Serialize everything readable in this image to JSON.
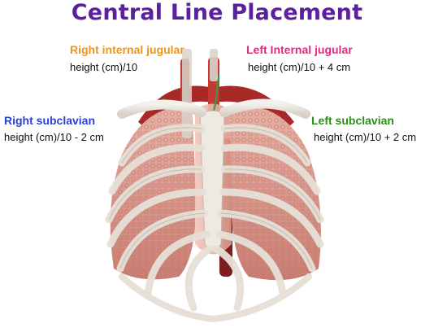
{
  "title": "Central Line Placement",
  "sites": [
    {
      "label": "Right internal jugular",
      "formula": "height (cm)/10",
      "color": "#f39314"
    },
    {
      "label": "Left Internal jugular",
      "formula": "height (cm)/10 + 4 cm",
      "color": "#e8287e"
    },
    {
      "label": "Right subclavian",
      "formula": "height (cm)/10 - 2 cm",
      "color": "#2a3fd6"
    },
    {
      "label": "Left subclavian",
      "formula": "height (cm)/10 + 2 cm",
      "color": "#2c8d18"
    }
  ],
  "colors": {
    "title": "#5b1fa0",
    "lung": "#d9938a",
    "bone": "#e9e4dd",
    "vessel_red": "#b8302e",
    "vessel_green": "#3c9b3c"
  }
}
